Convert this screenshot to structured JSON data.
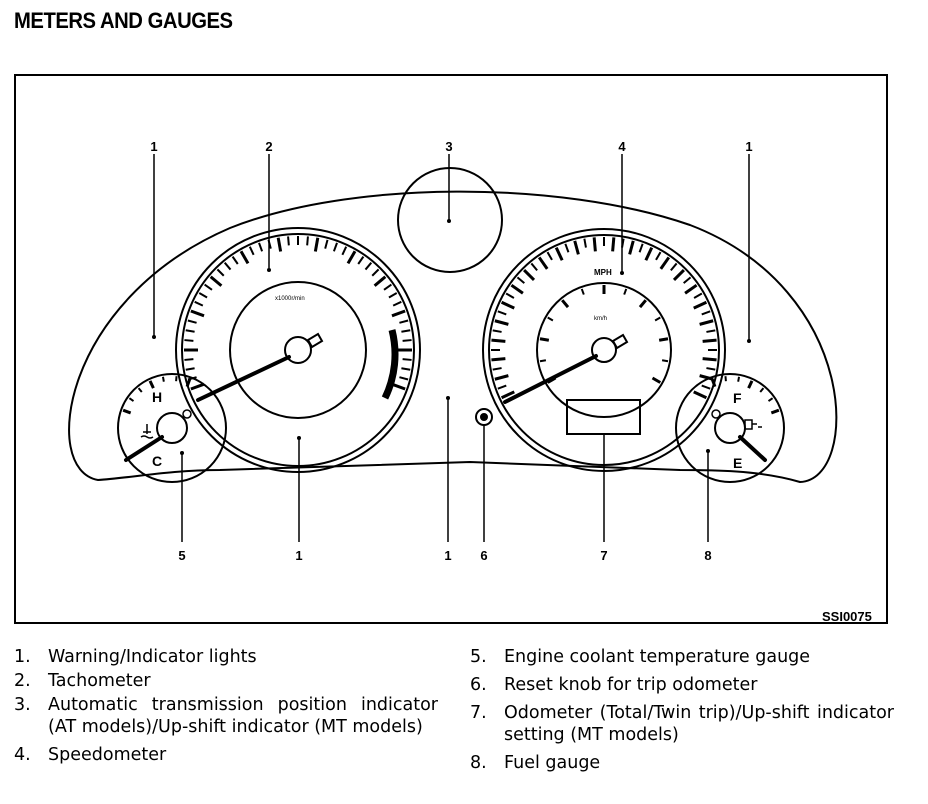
{
  "page": {
    "title": "METERS AND GAUGES",
    "figure_ref": "SSI0075"
  },
  "callouts": [
    "1",
    "2",
    "3",
    "4",
    "1",
    "5",
    "1",
    "1",
    "6",
    "7",
    "8"
  ],
  "gauge_marks": {
    "temp_hot": "H",
    "temp_cold": "C",
    "fuel_full": "F",
    "fuel_empty": "E"
  },
  "legend": {
    "left": [
      {
        "num": "1.",
        "text": "Warning/Indicator lights"
      },
      {
        "num": "2.",
        "text": "Tachometer"
      },
      {
        "num": "3.",
        "text": "Automatic transmission position indicator (AT models)/Up-shift indicator (MT models)"
      },
      {
        "num": "4.",
        "text": "Speedometer"
      }
    ],
    "right": [
      {
        "num": "5.",
        "text": "Engine coolant temperature gauge"
      },
      {
        "num": "6.",
        "text": "Reset knob for trip odometer"
      },
      {
        "num": "7.",
        "text": "Odometer (Total/Twin trip)/Up-shift indicator setting (MT models)"
      },
      {
        "num": "8.",
        "text": "Fuel gauge"
      }
    ]
  }
}
